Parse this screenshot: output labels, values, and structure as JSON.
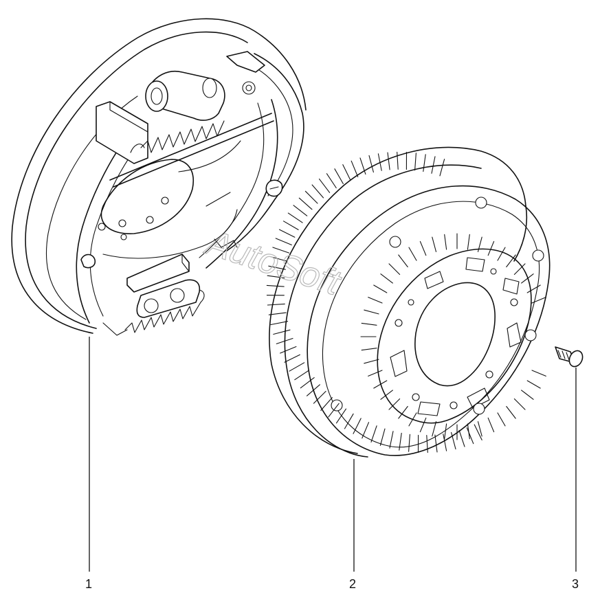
{
  "diagram": {
    "watermark": "AutoSoft",
    "callouts": [
      {
        "id": "1",
        "label": "1",
        "part": "brake-shield-assembly"
      },
      {
        "id": "2",
        "label": "2",
        "part": "brake-drum"
      },
      {
        "id": "3",
        "label": "3",
        "part": "drum-bolt"
      }
    ],
    "colors": {
      "line": "#111111",
      "background": "#ffffff",
      "watermark": "#b8b8b8"
    }
  }
}
